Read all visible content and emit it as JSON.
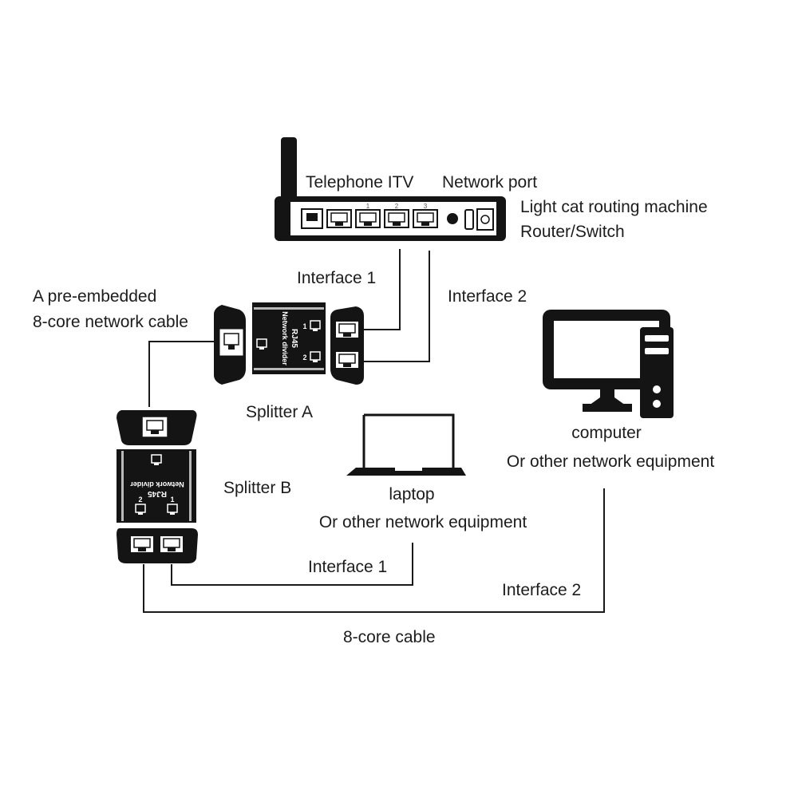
{
  "router": {
    "label_telephone_itv": "Telephone ITV",
    "label_network_port": "Network port",
    "label_line1": "Light cat routing machine",
    "label_line2": "Router/Switch",
    "port_numbers": [
      "1",
      "2",
      "3"
    ]
  },
  "links": {
    "router_interface_1": "Interface 1",
    "router_interface_2": "Interface 2",
    "bottom_interface_1": "Interface 1",
    "bottom_interface_2": "Interface 2",
    "cable": "8-core cable"
  },
  "preembedded": {
    "line1": "A pre-embedded",
    "line2": "8-core network cable"
  },
  "splitter_a": {
    "label": "Splitter A",
    "body_text_1": "RJ45",
    "body_text_2": "Network divider",
    "port_labels": [
      "1",
      "2"
    ]
  },
  "splitter_b": {
    "label": "Splitter B",
    "body_text_1": "RJ45",
    "body_text_2": "Network divider",
    "port_labels": [
      "2",
      "1"
    ]
  },
  "laptop": {
    "line1": "laptop",
    "line2": "Or other network equipment"
  },
  "computer": {
    "line1": "computer",
    "line2": "Or other network equipment"
  },
  "colors": {
    "device": "#141414",
    "line": "#1a1a1a",
    "background": "#ffffff"
  }
}
